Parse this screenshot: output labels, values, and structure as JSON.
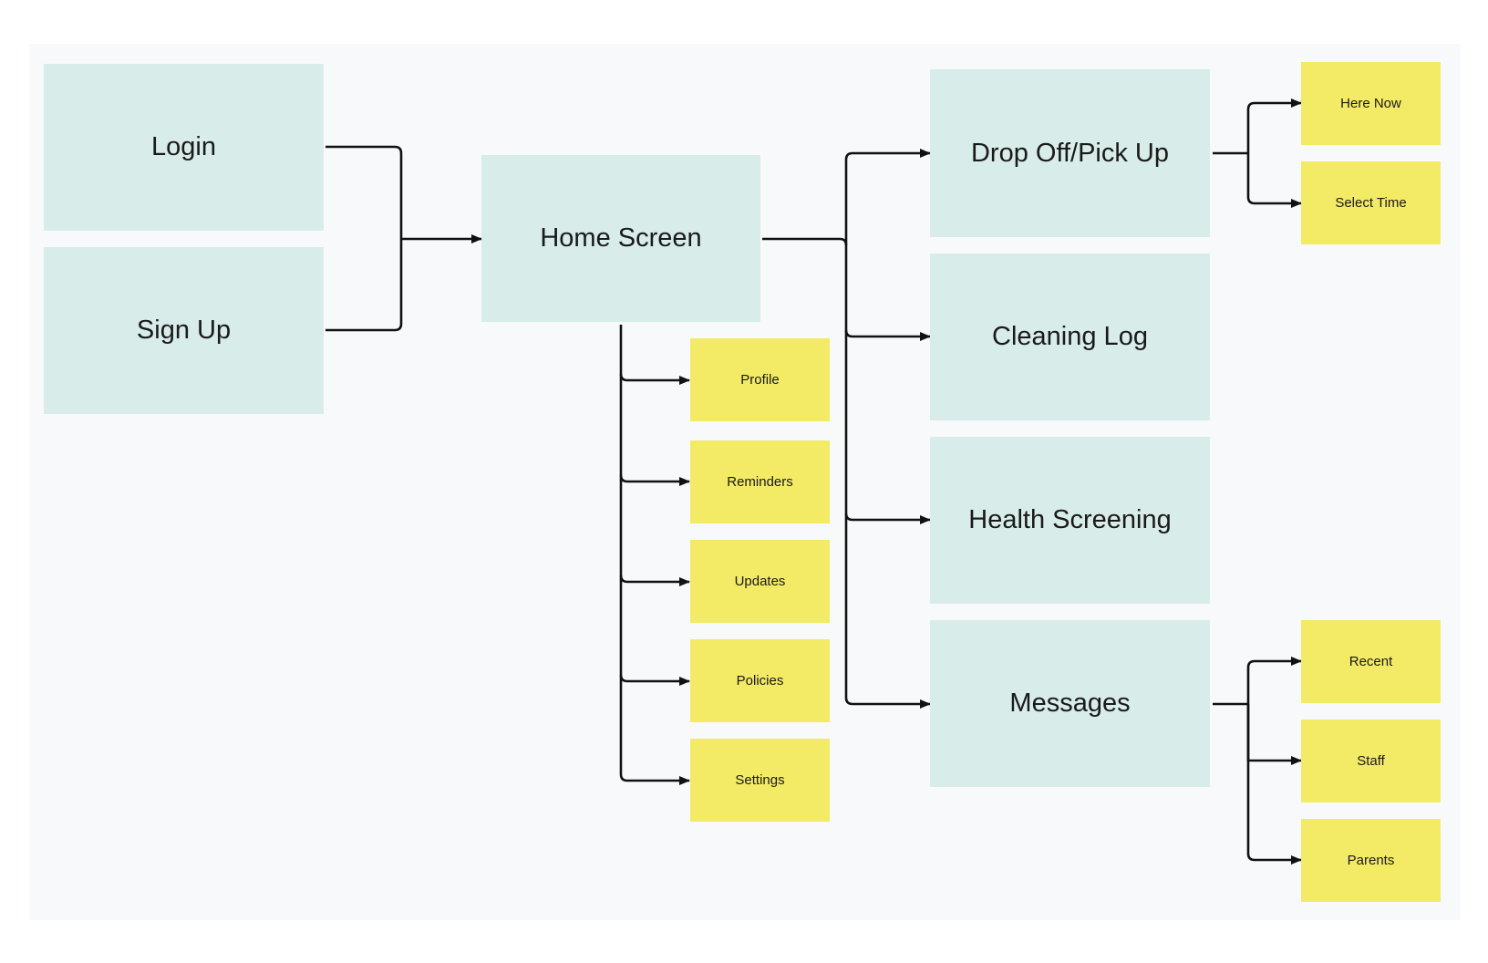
{
  "diagram": {
    "colors": {
      "background": "#f8f9fa",
      "primary_node": "#d8edea",
      "secondary_node": "#f3ea66",
      "connector": "#111111"
    },
    "nodes": {
      "login": "Login",
      "sign_up": "Sign Up",
      "home_screen": "Home Screen",
      "profile": "Profile",
      "reminders": "Reminders",
      "updates": "Updates",
      "policies": "Policies",
      "settings": "Settings",
      "drop_off_pick_up": "Drop Off/Pick Up",
      "cleaning_log": "Cleaning Log",
      "health_screening": "Health Screening",
      "messages": "Messages",
      "here_now": "Here Now",
      "select_time": "Select Time",
      "recent": "Recent",
      "staff": "Staff",
      "parents": "Parents"
    },
    "edges": [
      [
        "login",
        "home_screen"
      ],
      [
        "sign_up",
        "home_screen"
      ],
      [
        "home_screen",
        "profile"
      ],
      [
        "home_screen",
        "reminders"
      ],
      [
        "home_screen",
        "updates"
      ],
      [
        "home_screen",
        "policies"
      ],
      [
        "home_screen",
        "settings"
      ],
      [
        "home_screen",
        "drop_off_pick_up"
      ],
      [
        "home_screen",
        "cleaning_log"
      ],
      [
        "home_screen",
        "health_screening"
      ],
      [
        "home_screen",
        "messages"
      ],
      [
        "drop_off_pick_up",
        "here_now"
      ],
      [
        "drop_off_pick_up",
        "select_time"
      ],
      [
        "messages",
        "recent"
      ],
      [
        "messages",
        "staff"
      ],
      [
        "messages",
        "parents"
      ]
    ]
  }
}
